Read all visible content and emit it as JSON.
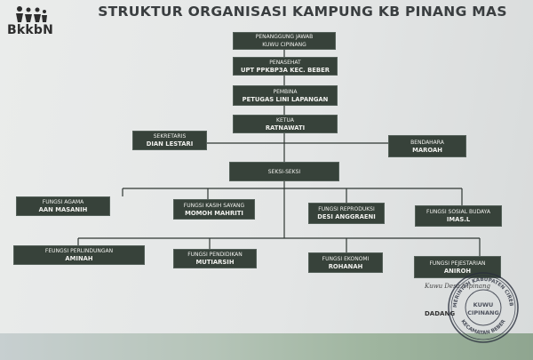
{
  "logo": {
    "text": "BkkbN",
    "icon": "family-figures-icon"
  },
  "title": "STRUKTUR ORGANISASI KAMPUNG KB PINANG MAS",
  "boxes": {
    "penanggung": {
      "role": "PENANGGUNG JAWAB",
      "name": "KUWU CIPINANG"
    },
    "penasehat": {
      "role": "PENASEHAT",
      "name": "UPT PPKBP3A KEC. BEBER"
    },
    "pembina": {
      "role": "PEMBINA",
      "name": "PETUGAS LINI LAPANGAN"
    },
    "ketua": {
      "role": "KETUA",
      "name": "RATNAWATI"
    },
    "sekretaris": {
      "role": "SEKRETARIS",
      "name": "DIAN LESTARI"
    },
    "bendahara": {
      "role": "BENDAHARA",
      "name": "MAROAH"
    },
    "seksi": {
      "role": "SEKSI-SEKSI"
    },
    "agama": {
      "role": "FUNGSI AGAMA",
      "name": "AAN MASANIH"
    },
    "kasih": {
      "role": "FUNGSI KASIH SAYANG",
      "name": "MOMOH MAHRITI"
    },
    "reproduksi": {
      "role": "FUNGSI REPRODUKSI",
      "name": "DESI ANGGRAENI"
    },
    "sosial": {
      "role": "FUNGSI SOSIAL BUDAYA",
      "name": "IMAS.L"
    },
    "perlindungan": {
      "role": "FEUNGSI PERLINDUNGAN",
      "name": "AMINAH"
    },
    "pendidikan": {
      "role": "FUNGSI PENDIDIKAN",
      "name": "MUTIARSIH"
    },
    "ekonomi": {
      "role": "FUNGSI EKONOMI",
      "name": "ROHANAH"
    },
    "pelestarian": {
      "role": "FUNGSI PEJESTARIAN",
      "name": "ANIROH"
    }
  },
  "signature": {
    "line1": "Kuwu Desa Cipinang",
    "line2": "DADANG"
  },
  "stamp": {
    "outer": "PEMERINTAH KABUPATEN CIREBON",
    "center_top": "KUWU",
    "center_bottom": "CIPINANG",
    "bottom": "KECAMATAN BEBER"
  }
}
